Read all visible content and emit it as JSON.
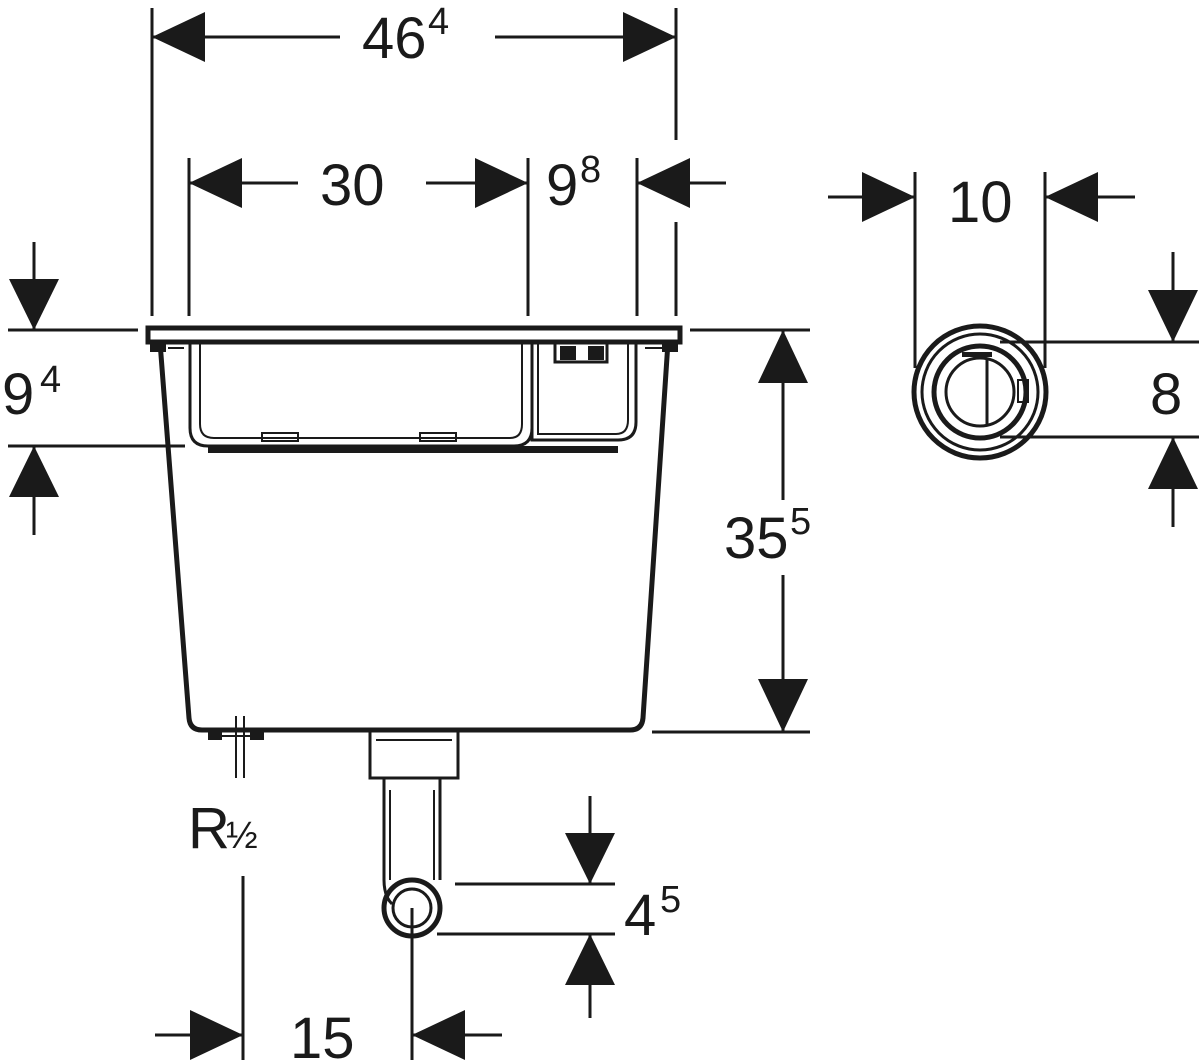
{
  "dimensions": {
    "overall_width": {
      "main": "46",
      "sup": "4"
    },
    "inner_width": {
      "main": "30",
      "sup": ""
    },
    "right_offset": {
      "main": "9",
      "sup": "8"
    },
    "top_height": {
      "main": "9",
      "sup": "4"
    },
    "total_height": {
      "main": "35",
      "sup": "5"
    },
    "button_width": {
      "main": "10",
      "sup": ""
    },
    "button_height": {
      "main": "8",
      "sup": ""
    },
    "outlet_offset": {
      "main": "4",
      "sup": "5"
    },
    "outlet_distance": {
      "main": "15",
      "sup": ""
    },
    "thread": {
      "main": "R",
      "sup": "½"
    }
  }
}
